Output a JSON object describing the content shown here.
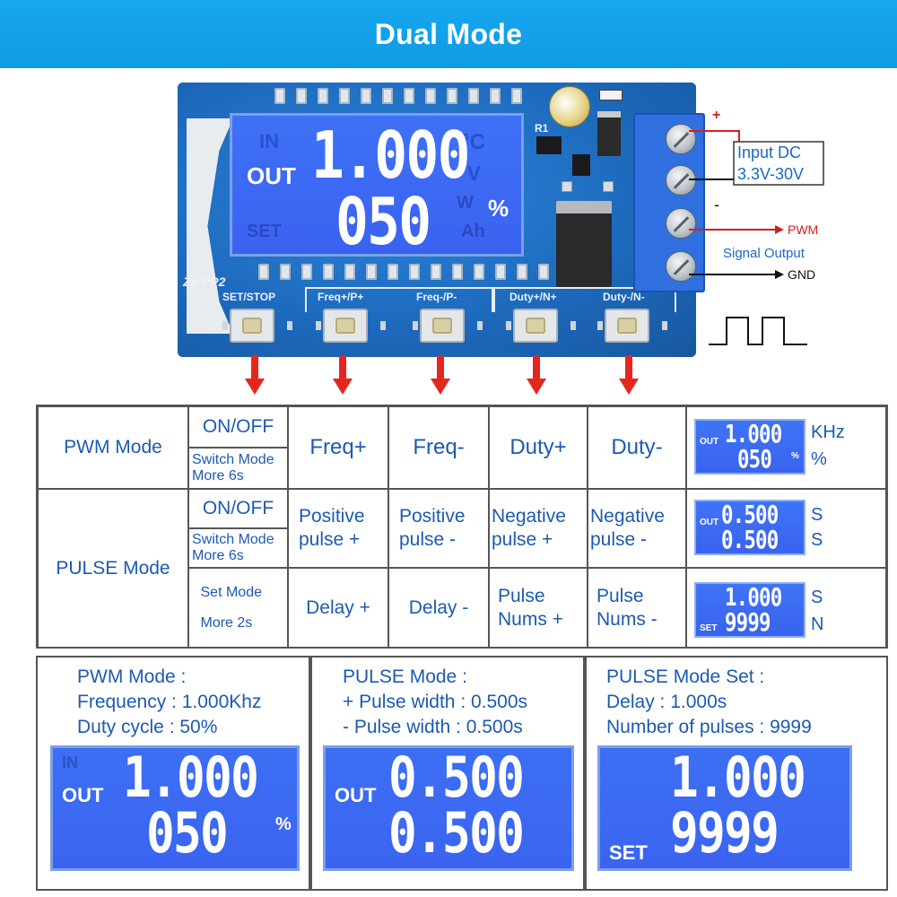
{
  "banner": {
    "title": "Dual Mode"
  },
  "pcb": {
    "silk_model": "Zk-PP2",
    "lcd": {
      "label_out": "OUT",
      "line1": "1.000",
      "line2": "050",
      "unit": "%",
      "ghost_in": "IN",
      "ghost_set": "SET",
      "ghost_c": "°C",
      "ghost_v": "V",
      "ghost_w": "W",
      "ghost_ah": "Ah"
    },
    "silk_r1": "R1",
    "button_labels": [
      "SET/STOP",
      "Freq+/P+",
      "Freq-/P-",
      "Duty+/N+",
      "Duty-/N-"
    ],
    "wiring": {
      "plus": "+",
      "minus": "-",
      "input_line1": "Input DC",
      "input_line2": "3.3V-30V",
      "pwm": "PWM",
      "signal_output": "Signal Output",
      "gnd": "GND"
    }
  },
  "table": {
    "rows": [
      {
        "mode": "PWM Mode",
        "sub": [
          "ON/OFF",
          "Switch Mode More 6s"
        ],
        "actions": [
          "Freq+",
          "Freq-",
          "Duty+",
          "Duty-"
        ],
        "display": {
          "top": "1.000",
          "bottom": "050",
          "label_top": "OUT",
          "label_bottom": "",
          "small_unit": "%",
          "unit_top": "KHz",
          "unit_bottom": "%"
        }
      },
      {
        "mode": "PULSE Mode",
        "sub": [
          "ON/OFF",
          "Switch Mode More 6s",
          "Set Mode More 2s"
        ],
        "actions": [
          "Positive pulse +",
          "Positive pulse -",
          "Negative pulse +",
          "Negative pulse -"
        ],
        "actions2": [
          "Delay +",
          "Delay -",
          "Pulse Nums +",
          "Pulse Nums -"
        ],
        "display": {
          "top": "0.500",
          "bottom": "0.500",
          "label_top": "OUT",
          "unit_top": "S",
          "unit_bottom": "S"
        },
        "display2": {
          "top": "1.000",
          "bottom": "9999",
          "label_bottom": "SET",
          "unit_top": "S",
          "unit_bottom": "N"
        }
      }
    ]
  },
  "panels": [
    {
      "lines": [
        "PWM Mode :",
        "Frequency : 1.000Khz",
        "Duty cycle : 50%"
      ],
      "lcd": {
        "label": "OUT",
        "top": "1.000",
        "bottom": "050",
        "unit": "%"
      }
    },
    {
      "lines": [
        "PULSE Mode :",
        "+ Pulse width : 0.500s",
        "- Pulse width : 0.500s"
      ],
      "lcd": {
        "label": "OUT",
        "top": "0.500",
        "bottom": "0.500",
        "unit": ""
      }
    },
    {
      "lines": [
        "PULSE Mode Set :",
        "Delay : 1.000s",
        "Number of pulses : 9999"
      ],
      "lcd": {
        "label": "SET",
        "top": "1.000",
        "bottom": "9999",
        "unit": ""
      }
    }
  ],
  "colors": {
    "banner": "#17a8ef",
    "lcd": "#3b64f0",
    "table_text": "#1c5ab2",
    "arrow": "#e5261f",
    "pcb": "#1f6fc4"
  }
}
